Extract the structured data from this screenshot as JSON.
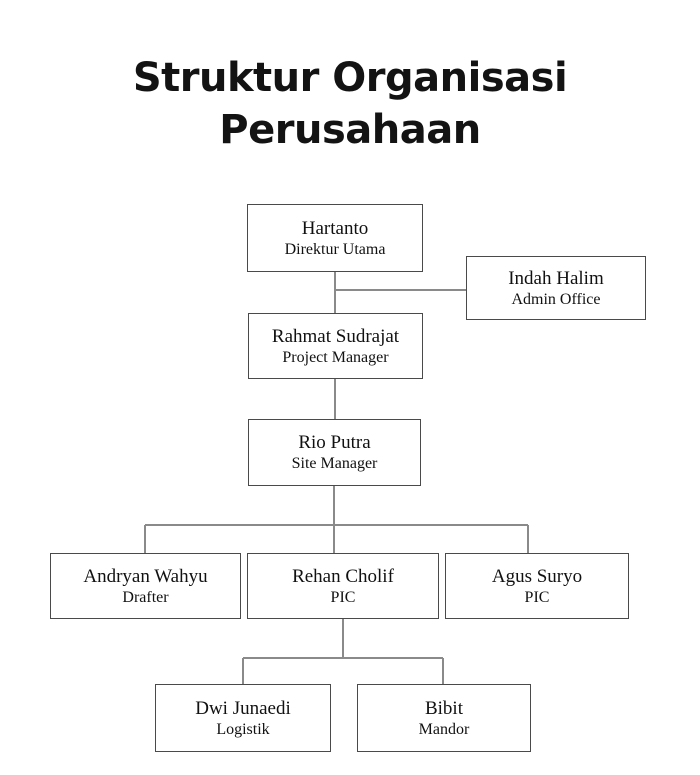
{
  "title": {
    "line1": "Struktur Organisasi",
    "line2": "Perusahaan"
  },
  "colors": {
    "background": "#ffffff",
    "box_border": "#4a4a4a",
    "connector": "#8a8a8a",
    "text": "#111111",
    "title_text": "#131313"
  },
  "chart_data": {
    "type": "diagram",
    "diagram_kind": "organization-chart",
    "title": "Struktur Organisasi Perusahaan",
    "nodes": [
      {
        "id": "direktur-utama",
        "name": "Hartanto",
        "role": "Direktur Utama"
      },
      {
        "id": "admin-office",
        "name": "Indah Halim",
        "role": "Admin Office"
      },
      {
        "id": "project-manager",
        "name": "Rahmat Sudrajat",
        "role": "Project Manager"
      },
      {
        "id": "site-manager",
        "name": "Rio Putra",
        "role": "Site Manager"
      },
      {
        "id": "drafter",
        "name": "Andryan Wahyu",
        "role": "Drafter"
      },
      {
        "id": "pic-1",
        "name": "Rehan Cholif",
        "role": "PIC"
      },
      {
        "id": "pic-2",
        "name": "Agus Suryo",
        "role": "PIC"
      },
      {
        "id": "logistik",
        "name": "Dwi Junaedi",
        "role": "Logistik"
      },
      {
        "id": "mandor",
        "name": "Bibit",
        "role": "Mandor"
      }
    ],
    "edges": [
      {
        "from": "direktur-utama",
        "to": "project-manager",
        "style": "vertical"
      },
      {
        "from": "direktur-utama",
        "to": "admin-office",
        "style": "lateral-staff"
      },
      {
        "from": "project-manager",
        "to": "site-manager",
        "style": "vertical"
      },
      {
        "from": "site-manager",
        "to": "drafter",
        "style": "branch"
      },
      {
        "from": "site-manager",
        "to": "pic-1",
        "style": "branch"
      },
      {
        "from": "site-manager",
        "to": "pic-2",
        "style": "branch"
      },
      {
        "from": "pic-1",
        "to": "logistik",
        "style": "branch"
      },
      {
        "from": "pic-1",
        "to": "mandor",
        "style": "branch"
      }
    ],
    "levels": [
      [
        "direktur-utama"
      ],
      [
        "admin-office"
      ],
      [
        "project-manager"
      ],
      [
        "site-manager"
      ],
      [
        "drafter",
        "pic-1",
        "pic-2"
      ],
      [
        "logistik",
        "mandor"
      ]
    ]
  }
}
